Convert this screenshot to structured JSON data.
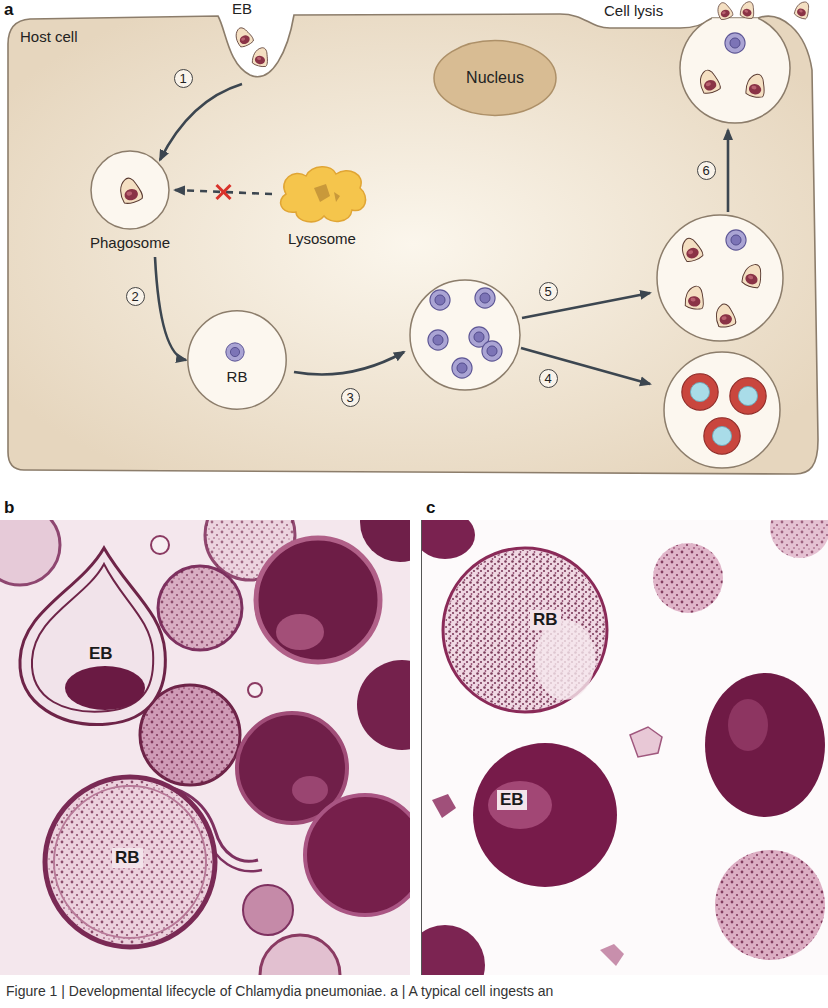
{
  "diagram": {
    "caption": "Figure 1 | Developmental lifecycle of Chlamydia pneumoniae. a | A typical cell ingests an",
    "nodes": [
      {
        "text": [
          "Host cell"
        ]
      },
      {
        "text": [
          "Nucleus"
        ],
        "in": 0
      },
      {
        "text": [
          "Phagosome"
        ],
        "in": 0
      },
      {
        "text": [
          "Lysosome"
        ],
        "in": 0
      },
      {
        "text": [
          "RB"
        ],
        "in": 0
      }
    ],
    "edges": [
      {
        "from": 3,
        "to": 2,
        "arrow": "to"
      },
      {
        "from": 2,
        "to": 4,
        "arrow": "to"
      }
    ],
    "labels": [
      "a",
      "EB",
      "Cell lysis",
      "1",
      "2",
      "3",
      "4",
      "5",
      "6",
      "b",
      "EB",
      "RB",
      "c",
      "RB",
      "EB"
    ]
  }
}
